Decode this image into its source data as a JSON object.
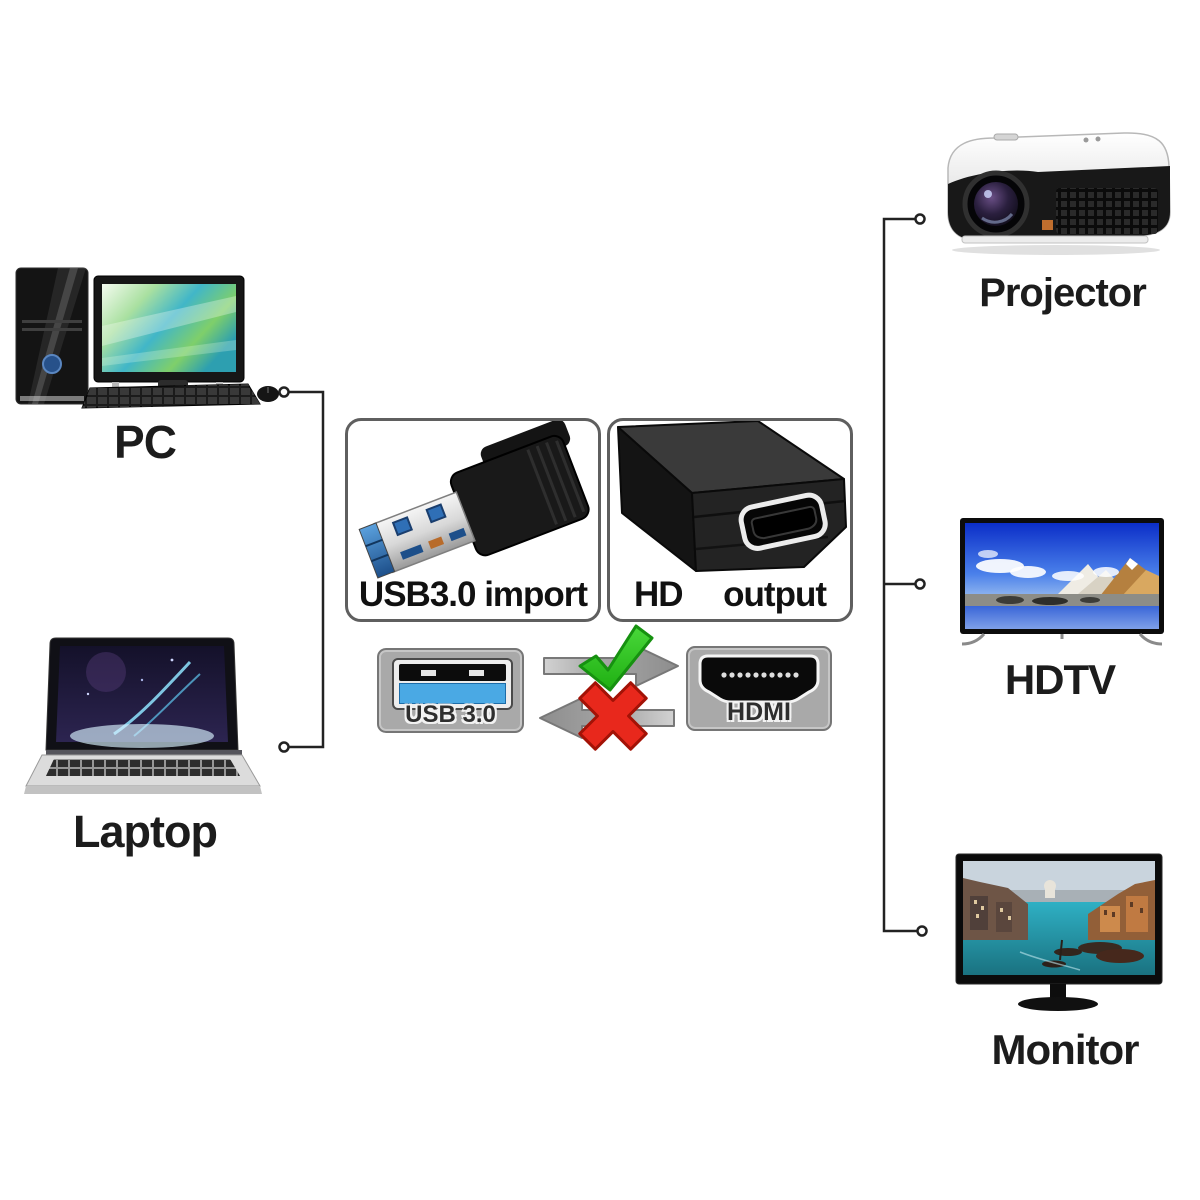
{
  "devices": {
    "pc": {
      "label": "PC"
    },
    "laptop": {
      "label": "Laptop"
    },
    "projector": {
      "label": "Projector"
    },
    "hdtv": {
      "label": "HDTV"
    },
    "monitor": {
      "label": "Monitor"
    }
  },
  "adapter_panels": {
    "usb_import": {
      "caption": "USB3.0 import"
    },
    "hd_output": {
      "caption_left": "HD",
      "caption_right": "output"
    }
  },
  "compatibility": {
    "usb_port_label": "USB 3.0",
    "hdmi_port_label": "HDMI"
  },
  "icons": {
    "check": "✔",
    "cross": "✖",
    "arrow_right": "→",
    "arrow_left": "←"
  },
  "colors": {
    "check_green": "#2fc41f",
    "cross_red": "#e8281c",
    "arrow_gray": "#9c9c9c",
    "plate_gray": "#a9a9a9",
    "usb_blue": "#4aa9e4",
    "connector_line": "#222222",
    "label_text": "#1c1c1c",
    "background": "#ffffff"
  }
}
